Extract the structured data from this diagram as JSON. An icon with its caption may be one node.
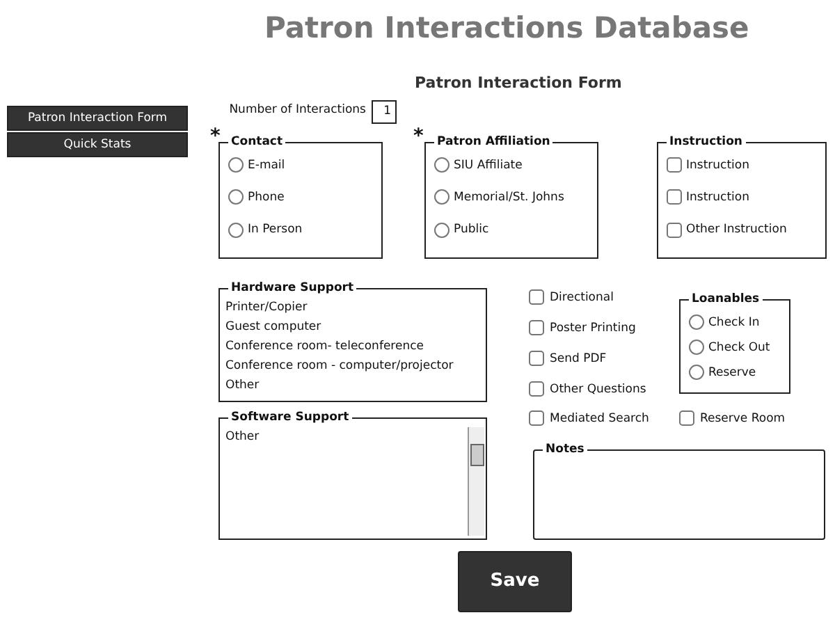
{
  "diagram": {
    "title": "Patron Interactions Database",
    "nodes": [
      {
        "text": [
          "Patron Interaction Form"
        ]
      },
      {
        "text": [
          "Quick Stats"
        ]
      },
      {
        "text": [
          "1"
        ],
        "beside": [
          "Number of Interactions"
        ]
      },
      {
        "text": [
          "Contact",
          "E-mail",
          "Phone",
          "In Person"
        ]
      },
      {
        "text": [
          "Patron Affiliation",
          "SIU Affiliate",
          "Memorial/St. Johns",
          "Public"
        ]
      },
      {
        "text": [
          "Instruction",
          "Instruction",
          "Instruction",
          "Other Instruction"
        ]
      },
      {
        "text": [
          "Hardware Support",
          "Printer/Copier",
          "Guest computer",
          "Conference room- teleconference",
          "Conference room - computer/projector",
          "Other"
        ]
      },
      {
        "text": [
          "Software Support",
          "Other"
        ]
      },
      {
        "text": [
          "Loanables",
          "Check In",
          "Check Out",
          "Reserve"
        ]
      },
      {
        "text": [
          "Notes"
        ]
      },
      {
        "text": [
          "Save"
        ]
      }
    ],
    "labels": [
      "Patron Interaction Form",
      "*",
      "*",
      "Directional",
      "Poster Printing",
      "Send PDF",
      "Other Questions",
      "Mediated Search",
      "Reserve Room"
    ]
  }
}
